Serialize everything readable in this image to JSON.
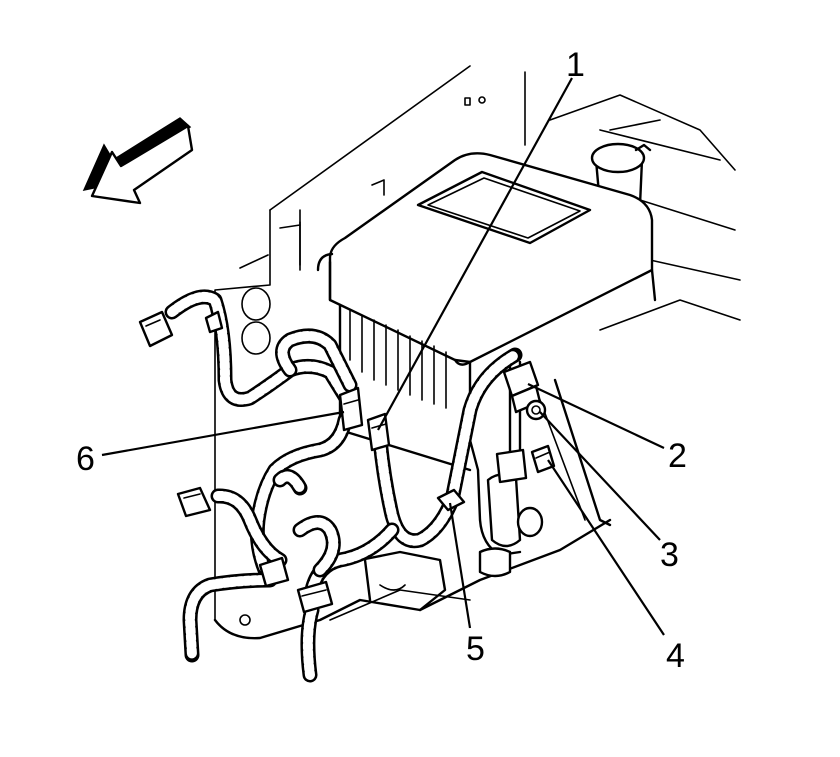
{
  "callouts": [
    {
      "id": 1,
      "label": "1"
    },
    {
      "id": 2,
      "label": "2"
    },
    {
      "id": 3,
      "label": "3"
    },
    {
      "id": 4,
      "label": "4"
    },
    {
      "id": 5,
      "label": "5"
    },
    {
      "id": 6,
      "label": "6"
    }
  ],
  "colors": {
    "line": "#000000",
    "background": "#ffffff"
  },
  "icons": {
    "direction": "front-direction-arrow-icon"
  }
}
